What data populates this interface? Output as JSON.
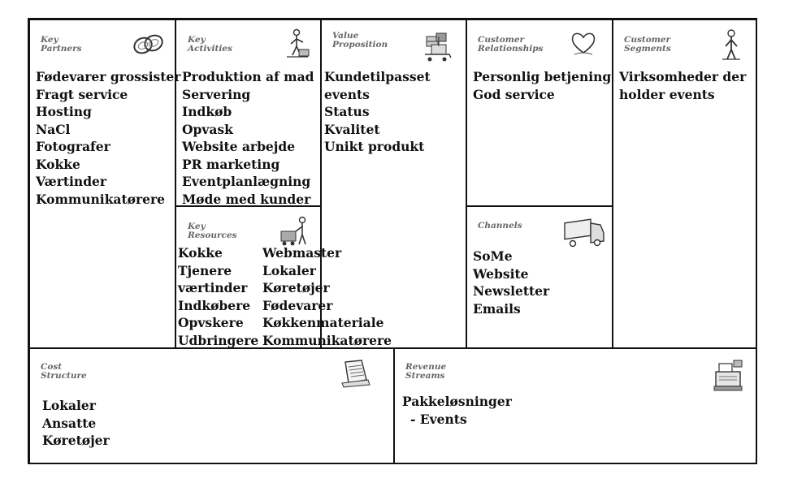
{
  "key_partners": {
    "title_line1": "Key",
    "title_line2": "Partners",
    "icon": "chain-links-icon",
    "items": [
      "Fødevarer grossister",
      "Fragt service",
      "Hosting",
      "NaCl",
      "Fotografer",
      "Kokke",
      "Værtinder",
      "Kommunikatørere"
    ]
  },
  "key_activities": {
    "title_line1": "Key",
    "title_line2": "Activities",
    "icon": "worker-icon",
    "items": [
      "Produktion af mad",
      "Servering",
      "Indkøb",
      "Opvask",
      "Website arbejde",
      "PR marketing",
      "Eventplanlægning",
      "Møde med kunder"
    ]
  },
  "value_proposition": {
    "title_line1": "Value",
    "title_line2": "Proposition",
    "icon": "gift-cart-icon",
    "items": [
      "Kundetilpasset",
      "events",
      "Status",
      "Kvalitet",
      "Unikt produkt"
    ]
  },
  "customer_relationships": {
    "title_line1": "Customer",
    "title_line2": "Relationships",
    "icon": "heart-icon",
    "items": [
      "Personlig betjening",
      "God service"
    ]
  },
  "customer_segments": {
    "title_line1": "Customer",
    "title_line2": "Segments",
    "icon": "person-icon",
    "items": [
      "Virksomheder der",
      "holder events"
    ]
  },
  "key_resources": {
    "title_line1": "Key",
    "title_line2": "Resources",
    "icon": "worker-with-cart-icon",
    "col1": [
      "Kokke",
      "Tjenere",
      "værtinder",
      "Indkøbere",
      "Opvskere",
      "Udbringere"
    ],
    "col2": [
      "Webmaster",
      "Lokaler",
      "Køretøjer",
      "Fødevarer",
      "Køkkenmateriale",
      "Kommunikatørere"
    ]
  },
  "channels": {
    "title": "Channels",
    "icon": "truck-icon",
    "items": [
      "SoMe",
      "Website",
      "Newsletter",
      "Emails"
    ]
  },
  "cost_structure": {
    "title_line1": "Cost",
    "title_line2": "Structure",
    "icon": "invoice-icon",
    "items": [
      "Lokaler",
      "Ansatte",
      "Køretøjer"
    ]
  },
  "revenue_streams": {
    "title_line1": "Revenue",
    "title_line2": "Streams",
    "icon": "cash-register-icon",
    "items": [
      "Pakkeløsninger",
      "- Events"
    ]
  }
}
